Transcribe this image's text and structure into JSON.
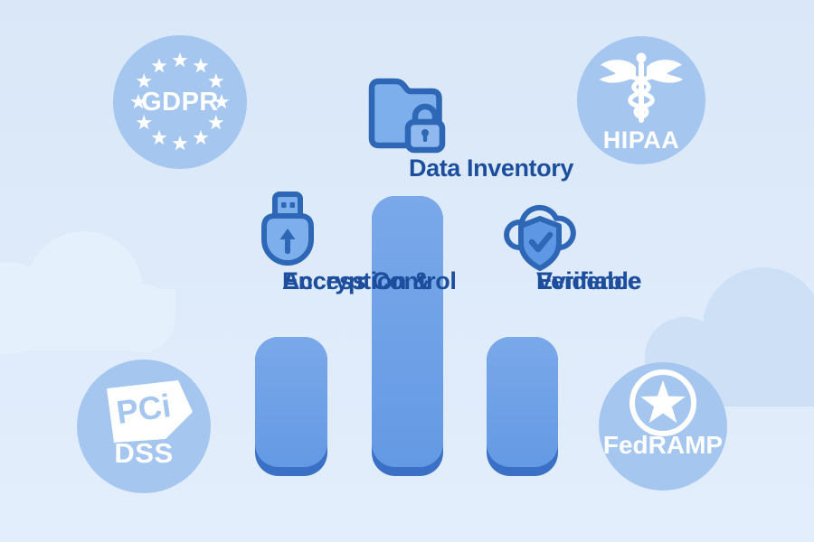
{
  "pillars": [
    {
      "icon": "usb-drive-icon",
      "label_line1": "Encryption &",
      "label_line2": "Access Control",
      "bar": "short"
    },
    {
      "icon": "folder-lock-icon",
      "label_line1": "Data Inventory",
      "bar": "tall"
    },
    {
      "icon": "cloud-shield-check-icon",
      "label_line1": "Verifiable",
      "label_line2": "Evidence",
      "bar": "short"
    }
  ],
  "badges": [
    {
      "position": "top-left",
      "icon": "eu-stars-ring-icon",
      "label": "GDPR"
    },
    {
      "position": "top-right",
      "icon": "caduceus-icon",
      "label": "HIPAA"
    },
    {
      "position": "bottom-left",
      "icon": "pci-flag-icon",
      "logo_text": "PCi",
      "label": "DSS"
    },
    {
      "position": "bottom-right",
      "icon": "star-circle-icon",
      "label": "FedRAMP"
    }
  ],
  "colors": {
    "background_top": "#d9e7f8",
    "background_bottom": "#e3eefc",
    "cloud_light": "#e5f0fd",
    "cloud_dark": "#cde0f5",
    "badge_circle": "#a4c6ef",
    "badge_text": "#ffffff",
    "bar_fill": "#649ae4",
    "bar_edge": "#3a70c6",
    "icon_fill": "#7cafec",
    "icon_outline": "#2d67b6",
    "shield_fill": "#5e97e3",
    "label_text": "#1c4e9d"
  }
}
